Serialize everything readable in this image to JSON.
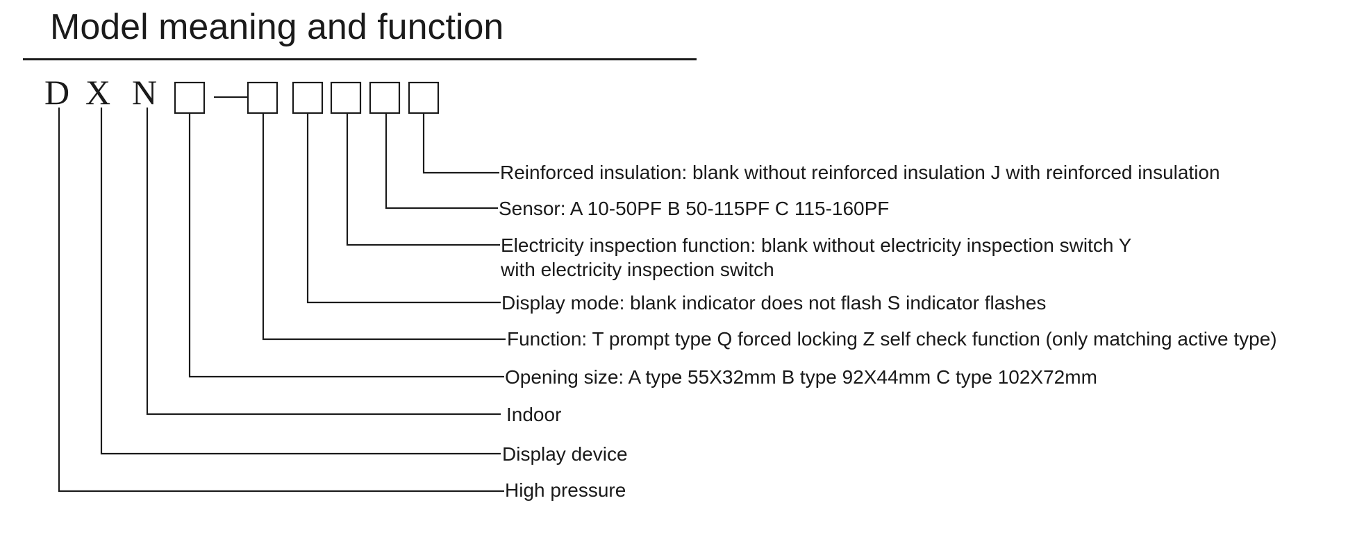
{
  "title": "Model meaning and function",
  "code": {
    "letters": [
      "D",
      "X",
      "N"
    ]
  },
  "labels": {
    "reinforced_insulation": "Reinforced insulation: blank without reinforced insulation J with reinforced insulation",
    "sensor": "Sensor:  A 10-50PF  B 50-115PF C 115-160PF",
    "electricity_line1": "Electricity inspection function: blank without electricity inspection switch Y",
    "electricity_line2": "with electricity inspection switch",
    "display_mode": "Display mode: blank indicator does not flash S indicator flashes",
    "function": "Function: T prompt type Q forced locking Z self check function (only matching active type)",
    "opening_size": "Opening size: A type 55X32mm B type 92X44mm C type 102X72mm",
    "indoor": "Indoor",
    "display_device": "Display device",
    "high_pressure": "High pressure"
  }
}
